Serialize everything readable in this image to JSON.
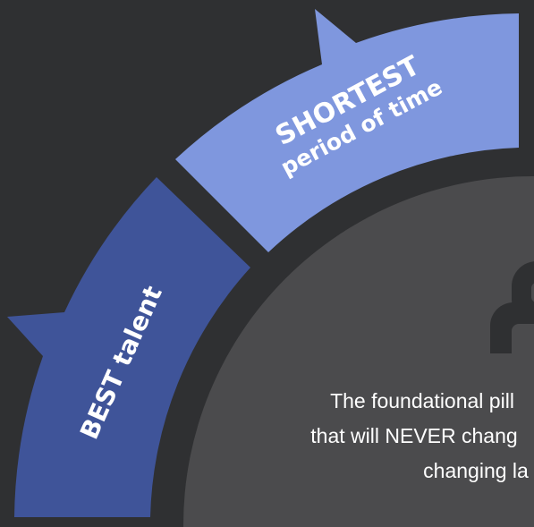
{
  "colors": {
    "background": "#2f3032",
    "arc_upper": "#7f97de",
    "arc_lower": "#3f5499",
    "center_disc": "#4b4b4d",
    "icon": "#2f3032",
    "text": "#ffffff"
  },
  "arcs": {
    "upper": {
      "line1": "SHORTEST",
      "line2": "period of time"
    },
    "lower": {
      "line1": "BEST talent"
    }
  },
  "center": {
    "icon": "person-icon",
    "text_lines": [
      "The foundational pill",
      "that will NEVER chang",
      "changing la"
    ]
  }
}
